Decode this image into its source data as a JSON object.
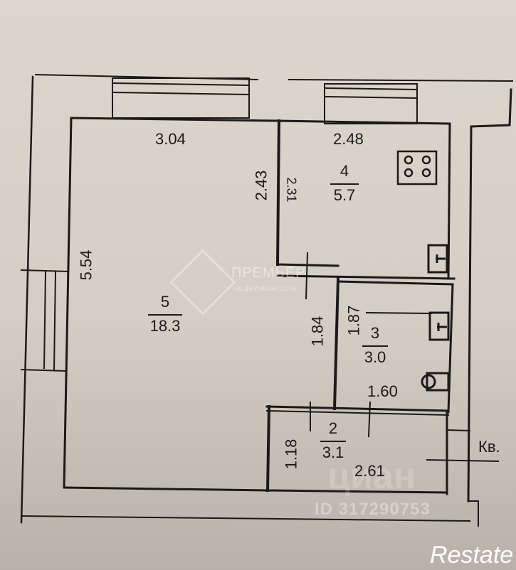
{
  "plan": {
    "rooms": [
      {
        "number": "5",
        "area": "18.3",
        "dims": [
          "3.04",
          "5.54"
        ]
      },
      {
        "number": "4",
        "area": "5.7",
        "dims": [
          "2.48",
          "2.31"
        ]
      },
      {
        "number": "3",
        "area": "3.0",
        "dims": [
          "1.87",
          "1.60"
        ]
      },
      {
        "number": "2",
        "area": "3.1",
        "dims": [
          "1.18",
          "2.61"
        ]
      }
    ],
    "dimensions": {
      "room5_width": "3.04",
      "room5_length": "5.54",
      "partition_upper": "2.43",
      "partition_lower": "1.84",
      "kitchen_width": "2.48",
      "kitchen_depth": "2.31",
      "bath_depth": "1.87",
      "bath_width": "1.60",
      "hall_depth": "1.18",
      "hall_width": "2.61"
    },
    "apartment_label": "Кв.",
    "fixtures": [
      "stove-icon",
      "sink-icon",
      "sink-icon",
      "toilet-icon"
    ]
  },
  "watermarks": {
    "agency_name": "ПРЕМЬЕР",
    "agency_sub": "НЕДВИЖИМОСТЬ",
    "listing_id": "ID 317290753",
    "cian": "циан",
    "brand": "Restate"
  },
  "colors": {
    "paper": "#d7d1c7",
    "ink": "#1a1a1a"
  }
}
